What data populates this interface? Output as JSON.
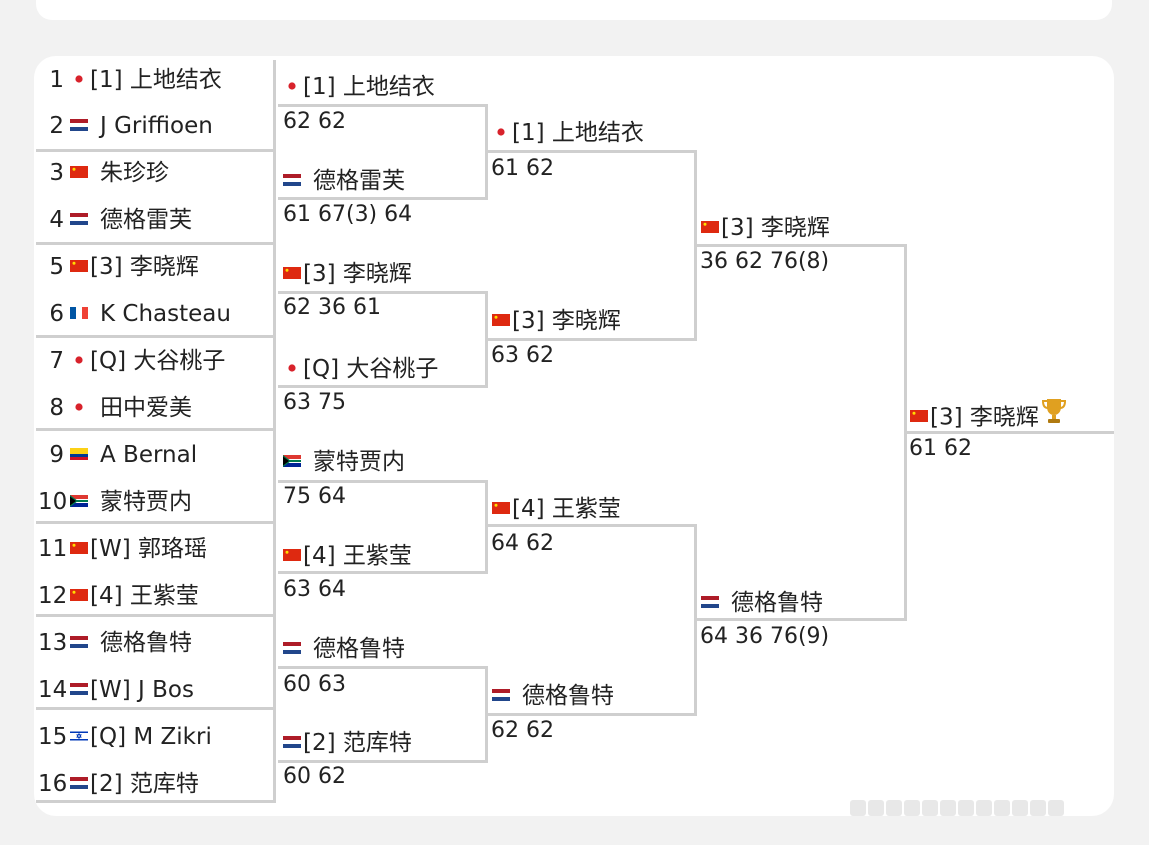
{
  "rounds": {
    "r1": [
      {
        "num": "1",
        "flag": "JP",
        "text": "[1] 上地结衣"
      },
      {
        "num": "2",
        "flag": "NL",
        "text": "J Griffioen"
      },
      {
        "num": "3",
        "flag": "CN",
        "text": "朱珍珍"
      },
      {
        "num": "4",
        "flag": "NL",
        "text": "德格雷芙"
      },
      {
        "num": "5",
        "flag": "CN",
        "text": "[3] 李晓辉"
      },
      {
        "num": "6",
        "flag": "FR",
        "text": "K Chasteau"
      },
      {
        "num": "7",
        "flag": "JP",
        "text": "[Q] 大谷桃子"
      },
      {
        "num": "8",
        "flag": "JP",
        "text": "田中爱美"
      },
      {
        "num": "9",
        "flag": "CO",
        "text": "A Bernal"
      },
      {
        "num": "10",
        "flag": "ZA",
        "text": "蒙特贾内"
      },
      {
        "num": "11",
        "flag": "CN",
        "text": "[W] 郭珞瑶"
      },
      {
        "num": "12",
        "flag": "CN",
        "text": "[4] 王紫莹"
      },
      {
        "num": "13",
        "flag": "NL",
        "text": "德格鲁特"
      },
      {
        "num": "14",
        "flag": "NL",
        "text": "[W] J Bos"
      },
      {
        "num": "15",
        "flag": "IL",
        "text": "[Q] M Zikri"
      },
      {
        "num": "16",
        "flag": "NL",
        "text": "[2] 范库特"
      }
    ],
    "r2": [
      {
        "flag": "JP",
        "text": "[1] 上地结衣",
        "score": "62 62"
      },
      {
        "flag": "NL",
        "text": "德格雷芙",
        "score": "61 67(3) 64"
      },
      {
        "flag": "CN",
        "text": "[3] 李晓辉",
        "score": "62 36 61"
      },
      {
        "flag": "JP",
        "text": "[Q] 大谷桃子",
        "score": "63 75"
      },
      {
        "flag": "ZA",
        "text": "蒙特贾内",
        "score": "75 64"
      },
      {
        "flag": "CN",
        "text": "[4] 王紫莹",
        "score": "63 64"
      },
      {
        "flag": "NL",
        "text": "德格鲁特",
        "score": "60 63"
      },
      {
        "flag": "NL",
        "text": "[2] 范库特",
        "score": "60 62"
      }
    ],
    "r3": [
      {
        "flag": "JP",
        "text": "[1] 上地结衣",
        "score": "61 62"
      },
      {
        "flag": "CN",
        "text": "[3] 李晓辉",
        "score": "63 62"
      },
      {
        "flag": "CN",
        "text": "[4] 王紫莹",
        "score": "64 62"
      },
      {
        "flag": "NL",
        "text": "德格鲁特",
        "score": "62 62"
      }
    ],
    "r4": [
      {
        "flag": "CN",
        "text": "[3] 李晓辉",
        "score": "36 62 76(8)"
      },
      {
        "flag": "NL",
        "text": "德格鲁特",
        "score": "64 36 76(9)"
      }
    ],
    "champion": {
      "flag": "CN",
      "text": "[3] 李晓辉",
      "score": "61 62",
      "icon": "trophy-icon"
    }
  },
  "colors": {
    "line": "#cfcfcf",
    "jp_red": "#d8222b",
    "cn_red": "#de2910",
    "cn_yellow": "#ffde00",
    "nl_red": "#ae1c28",
    "nl_blue": "#21468b",
    "trophy": "#e0a020"
  }
}
